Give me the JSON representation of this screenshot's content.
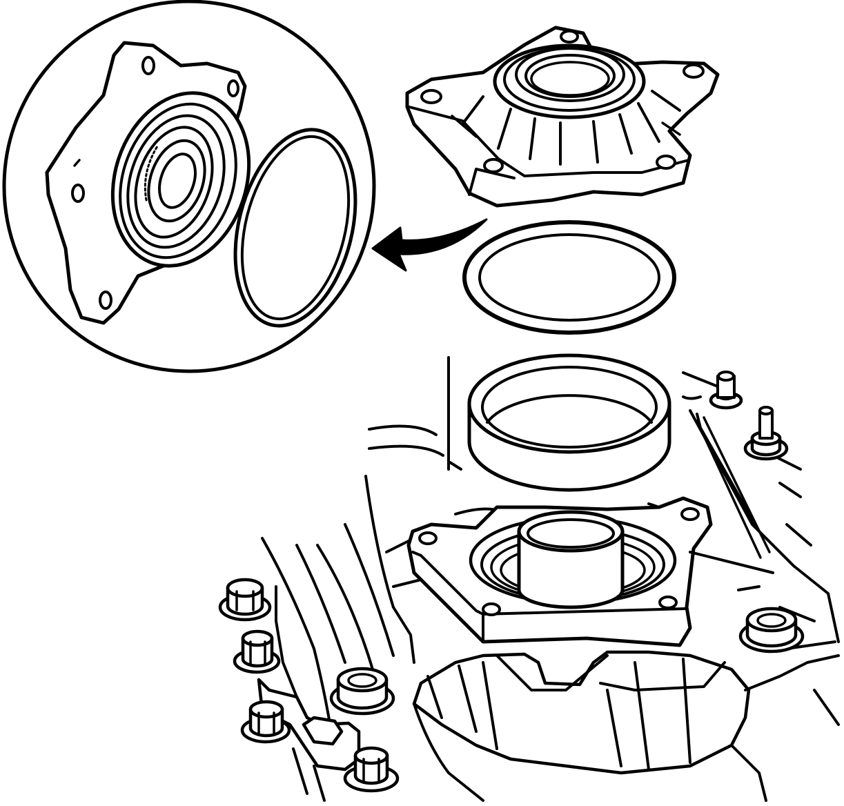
{
  "figure": {
    "colors": {
      "ink": "#000000",
      "paper": "#ffffff"
    },
    "parts": [
      "detail-callout-circle",
      "extension-housing-detail",
      "o-ring-detail",
      "callout-arrow",
      "extension-housing",
      "o-ring-seal",
      "bearing-race",
      "transmission-case",
      "case-bolts",
      "mounting-studs"
    ]
  }
}
